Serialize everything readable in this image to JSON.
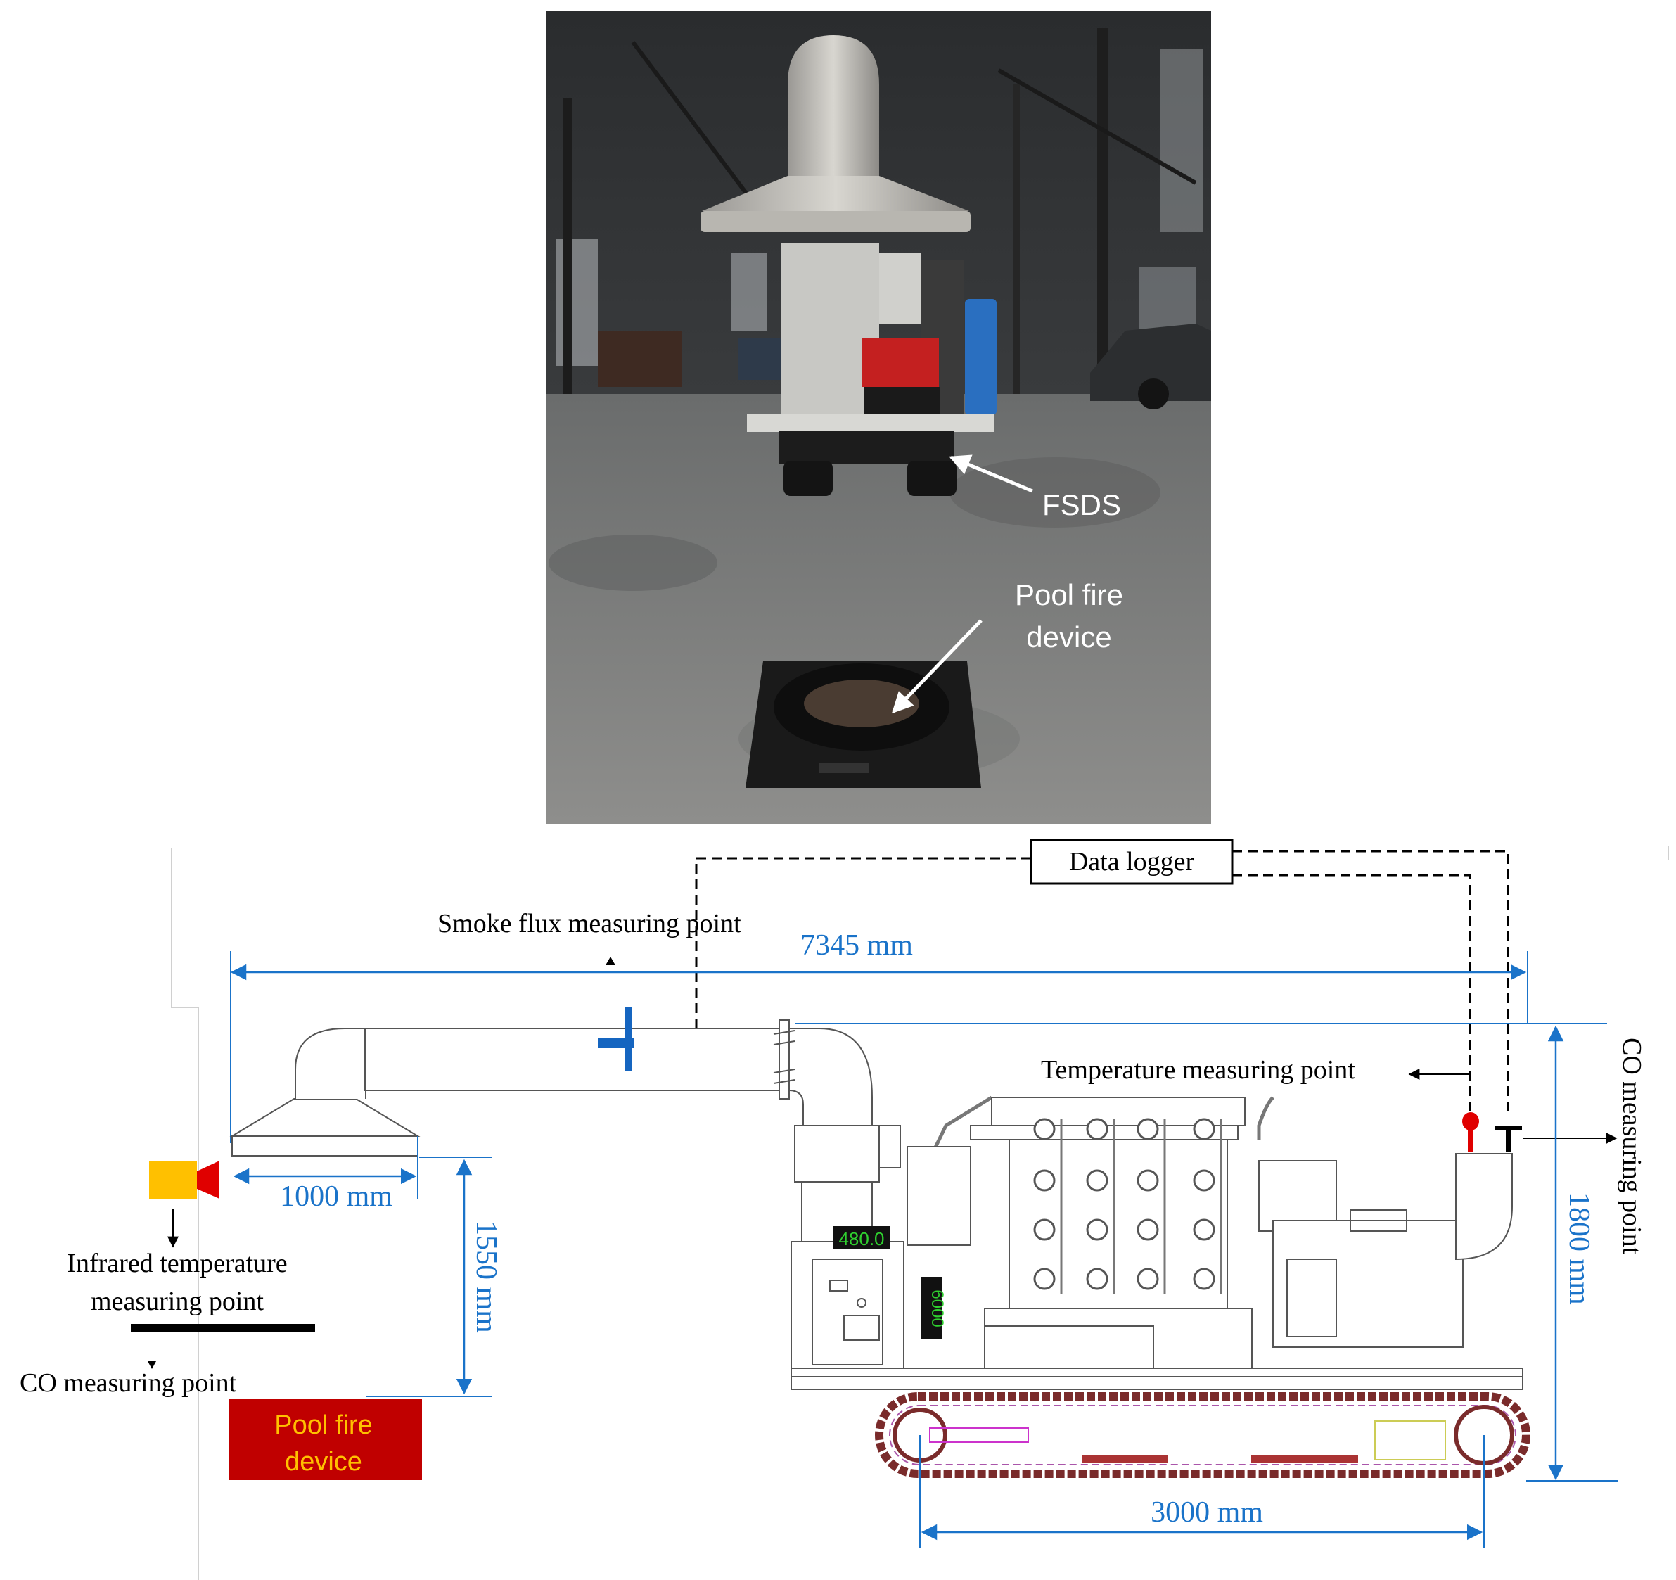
{
  "photo": {
    "fsds_label": "FSDS",
    "pool_fire_label_line1": "Pool fire",
    "pool_fire_label_line2": "device"
  },
  "diagram": {
    "data_logger": "Data logger",
    "smoke_flux_point": "Smoke flux measuring point",
    "temperature_point": "Temperature measuring point",
    "co_point_right": "CO measuring point",
    "co_point_left": "CO measuring point",
    "infrared_line1": "Infrared temperature",
    "infrared_line2": "measuring point",
    "pool_fire_line1": "Pool fire",
    "pool_fire_line2": "device",
    "panel_readout": "480.0",
    "panel_readout_vertical": "6000",
    "dimensions": {
      "total_length": "7345 mm",
      "hood_width": "1000 mm",
      "hood_height": "1550 mm",
      "vehicle_height": "1800 mm",
      "track_length": "3000 mm"
    }
  },
  "colors": {
    "dimension_blue": "#1a73c9",
    "pool_fire_red": "#c00000",
    "pool_fire_text": "#ffc000",
    "sensor_yellow": "#ffc000",
    "sensor_red": "#e00000",
    "probe_blue": "#1565c0"
  }
}
